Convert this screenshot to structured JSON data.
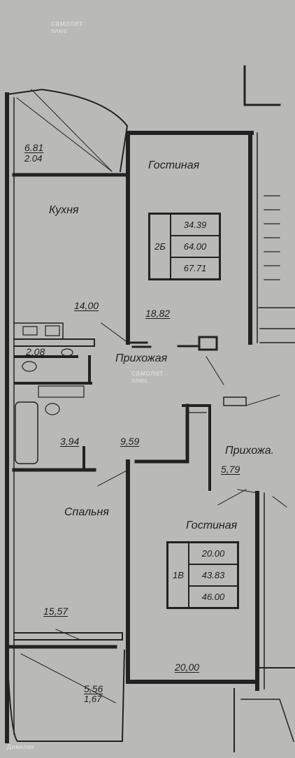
{
  "watermarks": {
    "top_line1": "самолет",
    "top_line2": "плюс",
    "middle_line1": "самолет",
    "middle_line2": "плюс",
    "bottom": "Домклик"
  },
  "apartment_2b": {
    "code": "2Б",
    "areas": [
      "34.39",
      "64.00",
      "67.71"
    ],
    "rooms": {
      "balcony": {
        "area": "6.81",
        "area2": "2.04"
      },
      "kitchen": {
        "name": "Кухня",
        "area": "14,00"
      },
      "living": {
        "name": "Гостиная",
        "area": "18,82"
      },
      "hallway": {
        "name": "Прихожая",
        "area": "9,59"
      },
      "wc": {
        "area": "2,08"
      },
      "bath": {
        "area": "3,94"
      },
      "bedroom": {
        "name": "Спальня",
        "area": "15,57"
      },
      "loggia": {
        "area": "5,56",
        "area2": "1,67"
      }
    }
  },
  "apartment_1v": {
    "code": "1В",
    "areas": [
      "20.00",
      "43.83",
      "46.00"
    ],
    "rooms": {
      "hallway": {
        "name": "Прихожа.",
        "area": "5,79"
      },
      "living": {
        "name": "Гостиная",
        "area": "20,00"
      }
    }
  }
}
